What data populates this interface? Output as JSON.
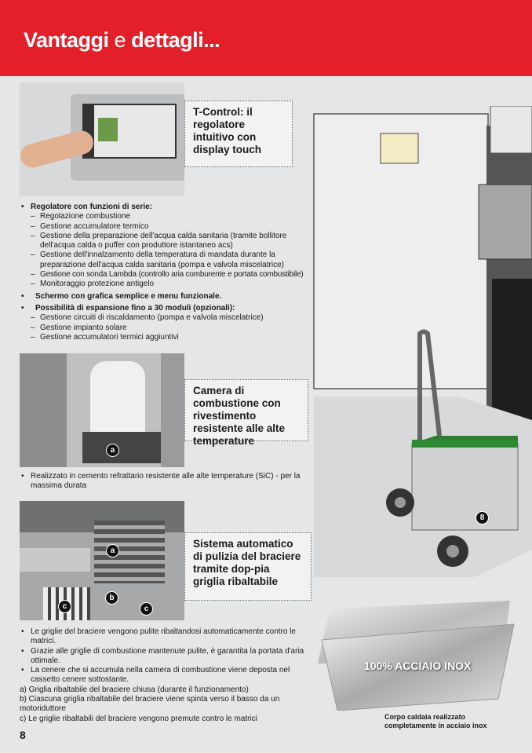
{
  "header": {
    "title_1": "Vantaggi",
    "title_2": "e",
    "title_3": "dettagli..."
  },
  "section1": {
    "callout": "T-Control: il regolatore intuitivo con display touch",
    "bullets": [
      {
        "title": "Regolatore con funzioni di serie:",
        "items": [
          "Regolazione combustione",
          "Gestione accumulatore termico",
          "Gestione della preparazione dell'acqua calda sanitaria (tramite bollitore dell'acqua calda o puffer con produttore istantaneo acs)",
          "Gestione dell'innalzamento della temperatura di mandata durante la preparazione dell'acqua calda sanitaria (pompa e valvola miscelatrice)",
          "Gestione con sonda Lambda (controllo aria comburente e portata combustibile)",
          "Monitoraggio protezione antigelo"
        ]
      },
      {
        "title": "Schermo con grafica semplice e menu  funzionale."
      },
      {
        "title": "Possibilità di espansione fino a 30 moduli (opzionali):",
        "items": [
          "Gestione circuiti di riscaldamento (pompa e valvola miscelatrice)",
          "Gestione impianto solare",
          "Gestione accumulatori termici aggiuntivi"
        ]
      }
    ]
  },
  "section2": {
    "callout": "Camera di combustione con rivestimento resistente alle alte temperature",
    "badge": "a",
    "text": "Realizzato in cemento refrattario resistente alle alte temperature (SiC) - per la massima durata"
  },
  "section3": {
    "callout": "Sistema automatico di pulizia del braciere tramite dop-pia griglia ribaltabile",
    "badges": [
      "a",
      "b",
      "c",
      "c"
    ],
    "bullets": [
      "Le griglie del braciere vengono pulite ribaltandosi automaticamente contro le matrici.",
      "Grazie alle griglie di combustione mantenute pulite, è garantita la portata d'aria ottimale.",
      "La cenere che si accumula nella camera di combustione viene deposta nel cassetto cenere sottostante."
    ],
    "notes": [
      "a) Griglia ribaltabile del braciere chiusa (durante il funzionamento)",
      "b) Ciascuna griglia ribaltabile del braciere viene spinta verso il basso da un motoriduttore",
      "c)  Le griglie ribaltabili del braciere vengono premute contro le matrici"
    ]
  },
  "boiler": {
    "badge": "8"
  },
  "plate": {
    "label": "100% ACCIAIO INOX",
    "caption": "Corpo caldaia realizzato completamente in acciaio inox"
  },
  "page_number": "8"
}
